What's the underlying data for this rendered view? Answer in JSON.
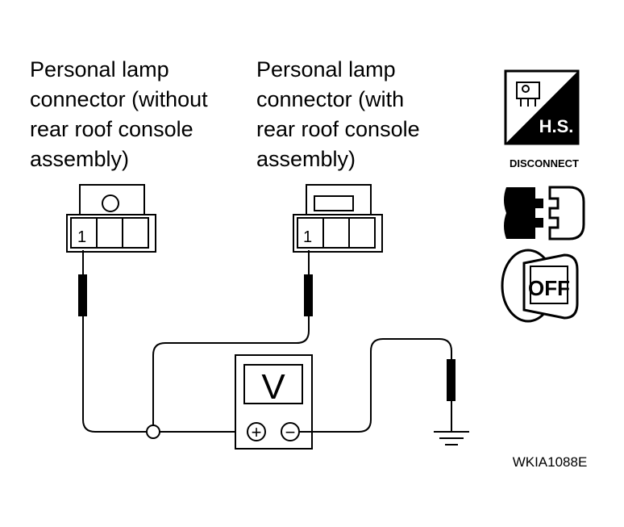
{
  "labels": {
    "left_connector": "Personal lamp\nconnector (without\nrear roof console\nassembly)",
    "right_connector": "Personal lamp\nconnector (with\nrear roof console\nassembly)",
    "figure_code": "WKIA1088E"
  },
  "connectors": {
    "left_terminal": "1",
    "right_terminal": "1"
  },
  "meter": {
    "symbol": "V",
    "positive": "+",
    "negative": "−"
  },
  "icons": {
    "harness_sign": "H.S.",
    "disconnect": "DISCONNECT",
    "ignition": "OFF"
  }
}
